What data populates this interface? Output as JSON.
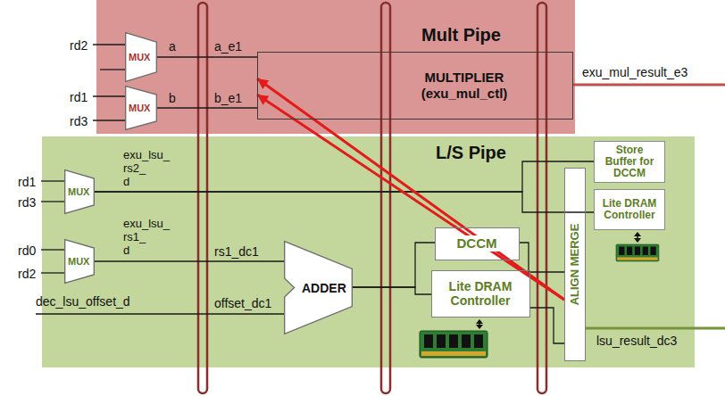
{
  "diagram": {
    "nodes": [
      {
        "text": [
          "Mult Pipe"
        ]
      },
      {
        "text": [
          "MUX"
        ],
        "in": 0
      },
      {
        "text": [
          "MUX"
        ],
        "in": 0
      },
      {
        "text": [
          "MULTIPLIER (exu_mul_ctl)"
        ],
        "in": 0
      },
      {
        "text": [
          "L/S Pipe"
        ]
      },
      {
        "text": [
          "Store Buffer for DCCM"
        ],
        "in": 4
      },
      {
        "text": [
          "Lite DRAM Controller"
        ],
        "in": 4
      },
      {
        "text": [
          "MUX"
        ],
        "in": 4
      },
      {
        "text": [
          "MUX"
        ],
        "in": 4
      },
      {
        "text": [
          "DCCM"
        ],
        "in": 4
      },
      {
        "text": [
          "ADDER"
        ],
        "in": 4
      },
      {
        "text": [
          "Lite DRAM Controller"
        ],
        "in": 4
      },
      {
        "text": [
          "ALIGN MERGE"
        ],
        "in": 4
      }
    ],
    "edges": [
      {
        "from": 1,
        "to": 3,
        "arrow": "none",
        "label": "a"
      },
      {
        "from": 2,
        "to": 3,
        "arrow": "none",
        "label": "b"
      },
      {
        "from": 7,
        "to": 5,
        "arrow": "none",
        "label": "exu_lsu_ rs2_ d"
      },
      {
        "from": 7,
        "to": 6,
        "arrow": "none"
      },
      {
        "from": 8,
        "to": 10,
        "arrow": "none",
        "label": "exu_lsu_ rs1_ d"
      },
      {
        "from": 10,
        "to": 9,
        "arrow": "none"
      },
      {
        "from": 10,
        "to": 11,
        "arrow": "none"
      },
      {
        "from": 9,
        "to": 12,
        "arrow": "none"
      },
      {
        "from": 11,
        "to": 12,
        "arrow": "none"
      },
      {
        "from": 12,
        "to": 3,
        "arrow": "to"
      },
      {
        "from": 12,
        "to": 3,
        "arrow": "to"
      }
    ],
    "labels": [
      "rd2",
      "rd1",
      "rd3",
      "a_e1",
      "b_e1",
      "exu_mul_result_e3",
      "rd1",
      "rd3",
      "rd0",
      "rd2",
      "rs1_dc1",
      "dec_lsu_offset_d",
      "offset_dc1",
      "lsu_result_dc3"
    ]
  }
}
